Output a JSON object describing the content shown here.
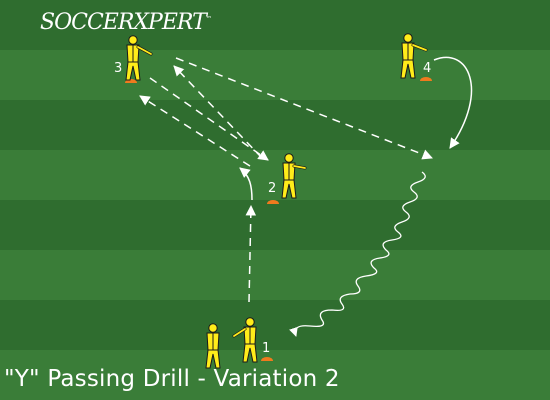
{
  "brand": {
    "logo_text": "SOCCERXPERT",
    "logo_mark": "™"
  },
  "title": "\"Y\" Passing Drill - Variation 2",
  "colors": {
    "stripe_dark": "#2f6d2f",
    "stripe_light": "#3a7d38",
    "player_fill": "#ffec1a",
    "player_outline": "#1a1a1a",
    "cone": "#f07a1e",
    "lines": "#ffffff"
  },
  "players": [
    {
      "id": "player-1",
      "label": "1"
    },
    {
      "id": "player-1-waiting",
      "label": ""
    },
    {
      "id": "player-2",
      "label": "2"
    },
    {
      "id": "player-3",
      "label": "3"
    },
    {
      "id": "player-4",
      "label": "4"
    }
  ],
  "legend": {
    "pass": "dashed-arrow",
    "run": "solid-curved-arrow",
    "dribble": "wavy-arrow"
  }
}
